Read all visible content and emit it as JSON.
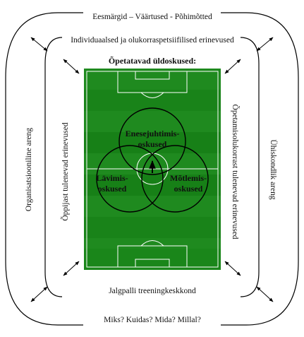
{
  "outer": {
    "top": "Eesmärgid – Väärtused - Põhimõtted",
    "bottom": "Miks? Kuidas? Mida? Millal?",
    "left": "Organisatsiooniline areng",
    "right": "Ühiskondlik areng"
  },
  "inner": {
    "top": "Individuaalsed ja olukorraspetsiifilised erinevused",
    "bottom": "Jalgpalli treeningkeskkond",
    "left": "Õppijast tulenevad erinevused",
    "right": "Õpetamisolukorrast tulenevad erinevused"
  },
  "field": {
    "title": "Õpetatavad üldoskused:",
    "circles": {
      "top_line1": "Enesejuhtimis-",
      "top_line2": "oskused",
      "left_line1": "Lävimis-",
      "left_line2": "oskused",
      "right_line1": "Mõtlemis-",
      "right_line2": "oskused"
    }
  },
  "colors": {
    "field_green": "#1f8a1f",
    "field_stripe": "#178017",
    "pitch_lines": "#ffffff",
    "frame_lines": "#000000"
  }
}
